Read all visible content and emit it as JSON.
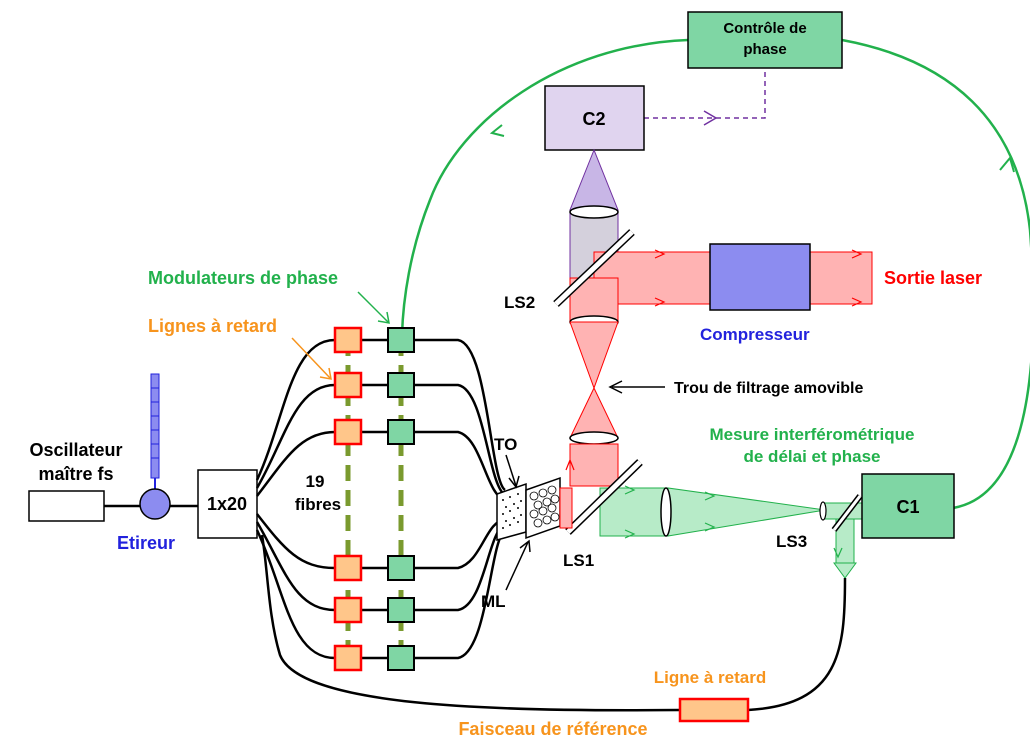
{
  "labels": {
    "oscillator": [
      "Oscillateur",
      "maître fs"
    ],
    "stretcher": "Etireur",
    "splitter": "1x20",
    "fiber_count": [
      "19",
      "fibres"
    ],
    "phase_modulators": "Modulateurs de phase",
    "delay_lines": "Lignes à retard",
    "phase_control": [
      "Contrôle de",
      "phase"
    ],
    "c2": "C2",
    "c1": "C1",
    "ls1": "LS1",
    "ls2": "LS2",
    "ls3": "LS3",
    "to": "TO",
    "ml": "ML",
    "compressor": "Compresseur",
    "laser_output": "Sortie laser",
    "pinhole": "Trou de filtrage amovible",
    "interferometric": [
      "Mesure interférométrique",
      "de délai et phase"
    ],
    "single_delay": "Ligne à retard",
    "reference_beam": "Faisceau de référence"
  },
  "colors": {
    "green": "#22b14c",
    "orange": "#f7941d",
    "red": "#ff0000",
    "blue": "#2222dd",
    "purple": "#7030a0",
    "module_green": "#7fd6a4",
    "module_orange": "#ffc68a",
    "module_purple": "#e0d4ef",
    "compressor_fill": "#8c8cf0",
    "laser_beam": "#ffb3b3",
    "probe_beam": "#b7ebc8"
  }
}
